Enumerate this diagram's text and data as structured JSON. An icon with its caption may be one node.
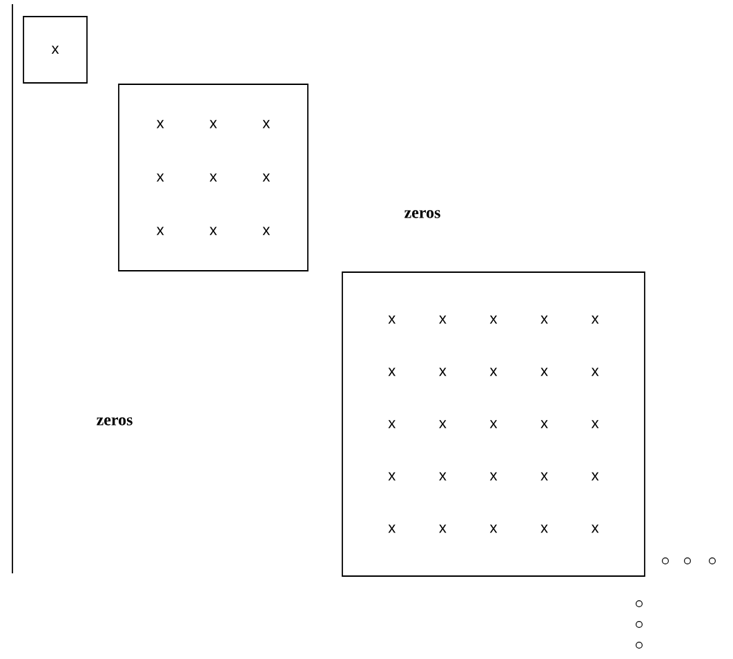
{
  "diagram": {
    "nodes": [
      {
        "text": [
          "x"
        ]
      },
      {
        "text": [
          "x",
          "x",
          "x",
          "x",
          "x",
          "x",
          "x",
          "x",
          "x"
        ]
      },
      {
        "text": [
          "x",
          "x",
          "x",
          "x",
          "x",
          "x",
          "x",
          "x",
          "x",
          "x",
          "x",
          "x",
          "x",
          "x",
          "x",
          "x",
          "x",
          "x",
          "x",
          "x",
          "x",
          "x",
          "x",
          "x",
          "x"
        ]
      }
    ],
    "labels": [
      "zeros",
      "zeros"
    ]
  }
}
